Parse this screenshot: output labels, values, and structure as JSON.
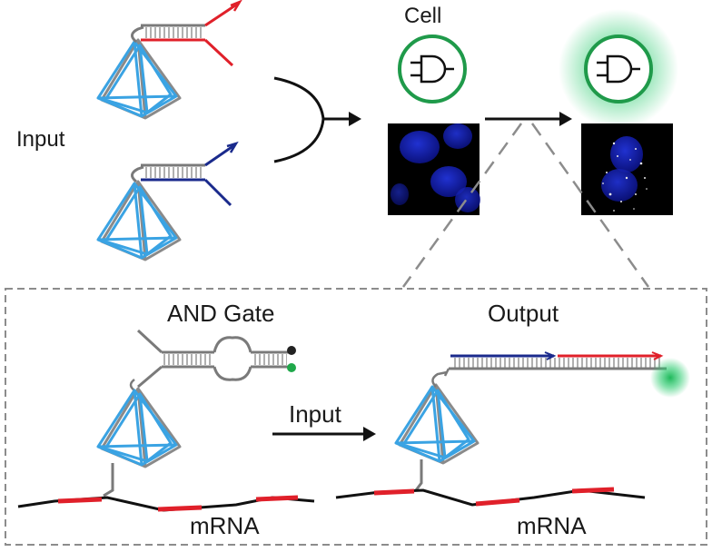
{
  "labels": {
    "input_left": "Input",
    "cell": "Cell",
    "and_gate": "AND Gate",
    "output": "Output",
    "input_mid": "Input",
    "mrna_left": "mRNA",
    "mrna_right": "mRNA"
  },
  "colors": {
    "tetrahedron": "#3aa3e3",
    "tetrahedron_shadow": "#8a8a8a",
    "strand_grey": "#7a7a7a",
    "strand_red": "#e0202a",
    "strand_blue": "#1a2a8c",
    "cell_ring": "#1f9a4a",
    "glow": "#2ecc71",
    "mrna_line": "#111111",
    "mrna_target": "#e0202a",
    "dashed": "#8c8c8c",
    "micro_bg": "#000000",
    "nucleus": "#1a2fd6"
  },
  "icons": {
    "cell_left": "and-gate-icon",
    "cell_right": "and-gate-icon"
  }
}
